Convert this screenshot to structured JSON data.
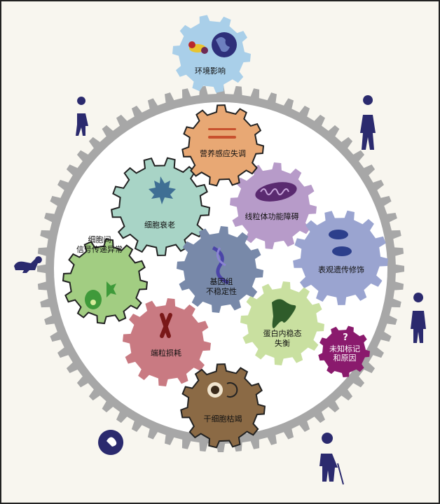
{
  "title": "衰老的标志",
  "gears": [
    {
      "id": "environment",
      "label": "环境影响",
      "color": "#a9cfe9",
      "icon": "fruit-and-globe-icon"
    },
    {
      "id": "nutrient",
      "label": "营养感应失调",
      "color": "#e8a874",
      "icon": "fork-knife-icon"
    },
    {
      "id": "senescence",
      "label": "细胞衰老",
      "color": "#a8d4c6",
      "icon": "maple-leaf-icon"
    },
    {
      "id": "mitochondria",
      "label": "线粒体功能障碍",
      "color": "#b79bc9",
      "icon": "mitochondrion-icon"
    },
    {
      "id": "epigenetic",
      "label": "表观遗传修饰",
      "color": "#9aa4d0",
      "icon": "nucleosome-icon"
    },
    {
      "id": "communication",
      "label": "细胞间\n信号传递异常",
      "line1": "细胞间",
      "line2": "信号传递异常",
      "color": "#a2cd82",
      "icon": "cell-signaling-icon"
    },
    {
      "id": "genome",
      "label": "基因组\n不稳定性",
      "line1": "基因组",
      "line2": "不稳定性",
      "color": "#7889a9",
      "icon": "dna-icon"
    },
    {
      "id": "proteostasis",
      "label": "蛋白内稳态\n失衡",
      "line1": "蛋白内稳态",
      "line2": "失衡",
      "color": "#c9e0a0",
      "icon": "protein-icon"
    },
    {
      "id": "unknown",
      "label": "未知标记\n和原因",
      "line1": "未知标记",
      "line2": "和原因",
      "mark": "?",
      "color": "#8a1a6d",
      "icon": "question-icon"
    },
    {
      "id": "telomere",
      "label": "端粒损耗",
      "color": "#c97a82",
      "icon": "chromosome-icon"
    },
    {
      "id": "stemcell",
      "label": "干细胞枯竭",
      "color": "#8b6a45",
      "icon": "stem-cell-icon"
    }
  ],
  "ring_color": "#a7a7a7",
  "figure_color": "#2b2a6e"
}
